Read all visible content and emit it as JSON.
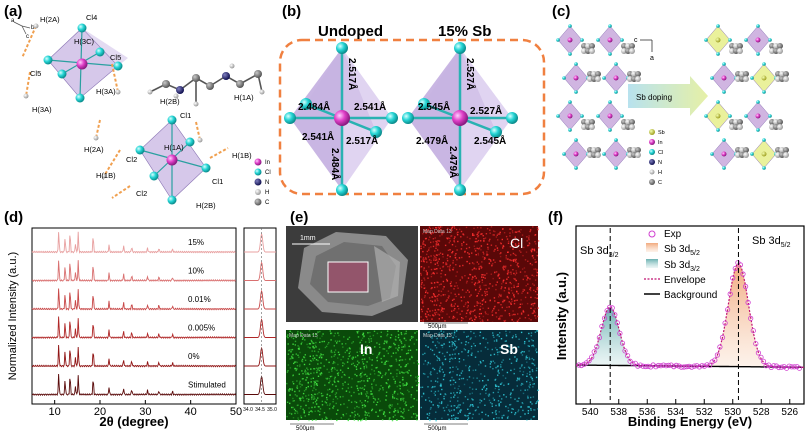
{
  "panels": {
    "a": {
      "label": "(a)",
      "axes": [
        "a",
        "b",
        "c"
      ],
      "atoms": [
        "H(2A)",
        "H(3C)",
        "Cl4",
        "Cl5",
        "Cl5",
        "H(3A)",
        "H(3A)",
        "H(2B)",
        "H(1A)",
        "Cl1",
        "H(2A)",
        "H(1A)",
        "H(1B)",
        "H(1B)",
        "Cl2",
        "Cl2",
        "Cl1",
        "H(2B)"
      ],
      "legend": [
        "In",
        "Cl",
        "N",
        "H",
        "C"
      ]
    },
    "b": {
      "label": "(b)",
      "left_title": "Undoped",
      "right_title": "15% Sb",
      "left_bonds": [
        "2.517Å",
        "2.541Å",
        "2.484Å",
        "2.541Å",
        "2.517Å",
        "2.484Å"
      ],
      "right_bonds": [
        "2.527Å",
        "2.545Å",
        "2.527Å",
        "2.545Å",
        "2.479Å",
        "2.479Å"
      ]
    },
    "c": {
      "label": "(c)",
      "arrow_text": "Sb doping",
      "axes": [
        "c",
        "a"
      ],
      "legend": [
        "Sb",
        "In",
        "Cl",
        "N",
        "H",
        "C"
      ]
    },
    "d": {
      "label": "(d)",
      "ylabel": "Normalized Intensity (a.u.)",
      "xlabel": "2θ (degree)",
      "xticks": [
        "10",
        "20",
        "30",
        "40",
        "50"
      ],
      "inset_xticks": [
        "34.0",
        "34.5",
        "35.0"
      ],
      "traces": [
        "15%",
        "10%",
        "0.01%",
        "0.005%",
        "0%",
        "Stimulated"
      ]
    },
    "e": {
      "label": "(e)",
      "scale_1mm": "1mm",
      "map_label": "Map Data 13",
      "elements": [
        "Cl",
        "In",
        "Sb"
      ],
      "scale_500": "500μm"
    },
    "f": {
      "label": "(f)",
      "ylabel": "Intensity (a.u.)",
      "xlabel": "Binding Energy (eV)",
      "peak_left": "Sb 3d",
      "peak_left_sub": "3/2",
      "peak_right": "Sb 3d",
      "peak_right_sub": "5/2",
      "legend": {
        "exp": "Exp",
        "sb52": "Sb 3d",
        "sb52_sub": "5/2",
        "sb32": "Sb 3d",
        "sb32_sub": "3/2",
        "envelope": "Envelope",
        "background": "Background"
      },
      "xticks": [
        "540",
        "538",
        "536",
        "534",
        "532",
        "530",
        "528",
        "526"
      ]
    }
  },
  "chart_data": [
    {
      "type": "line",
      "panel": "d",
      "x_range": [
        5,
        50
      ],
      "series": [
        {
          "name": "15%",
          "peaks_x": [
            10.9,
            12.3,
            13.4,
            14.6,
            15.2,
            18.5,
            22.0,
            25.2,
            27.0,
            30.5,
            33.0,
            36.0
          ],
          "color": "#e8a0a0"
        },
        {
          "name": "10%",
          "peaks_x": [
            10.9,
            12.3,
            13.4,
            14.6,
            15.2,
            18.5,
            22.0,
            25.2,
            27.0,
            30.5,
            33.0,
            36.0
          ],
          "color": "#d97070"
        },
        {
          "name": "0.01%",
          "peaks_x": [
            10.9,
            12.3,
            13.4,
            14.6,
            15.2,
            18.5,
            22.0,
            25.2,
            27.0,
            30.5,
            33.0,
            36.0
          ],
          "color": "#c84848"
        },
        {
          "name": "0.005%",
          "peaks_x": [
            10.9,
            12.3,
            13.4,
            14.6,
            15.2,
            18.5,
            22.0,
            25.2,
            27.0,
            30.5,
            33.0,
            36.0
          ],
          "color": "#b02828"
        },
        {
          "name": "0%",
          "peaks_x": [
            10.9,
            12.3,
            13.4,
            14.6,
            15.2,
            18.5,
            22.0,
            25.2,
            27.0,
            30.5,
            33.0,
            36.0
          ],
          "color": "#901414"
        },
        {
          "name": "Stimulated",
          "peaks_x": [
            10.9,
            12.3,
            13.4,
            14.6,
            15.2,
            18.5,
            22.0,
            25.2,
            27.0,
            30.5,
            33.0,
            36.0
          ],
          "color": "#5a0a0a"
        }
      ]
    },
    {
      "type": "line",
      "panel": "f",
      "x_range": [
        541,
        525
      ],
      "peaks": [
        {
          "name": "Sb 3d5/2",
          "center": 529.6,
          "height": 1.0
        },
        {
          "name": "Sb 3d3/2",
          "center": 538.6,
          "height": 0.6
        }
      ]
    }
  ]
}
